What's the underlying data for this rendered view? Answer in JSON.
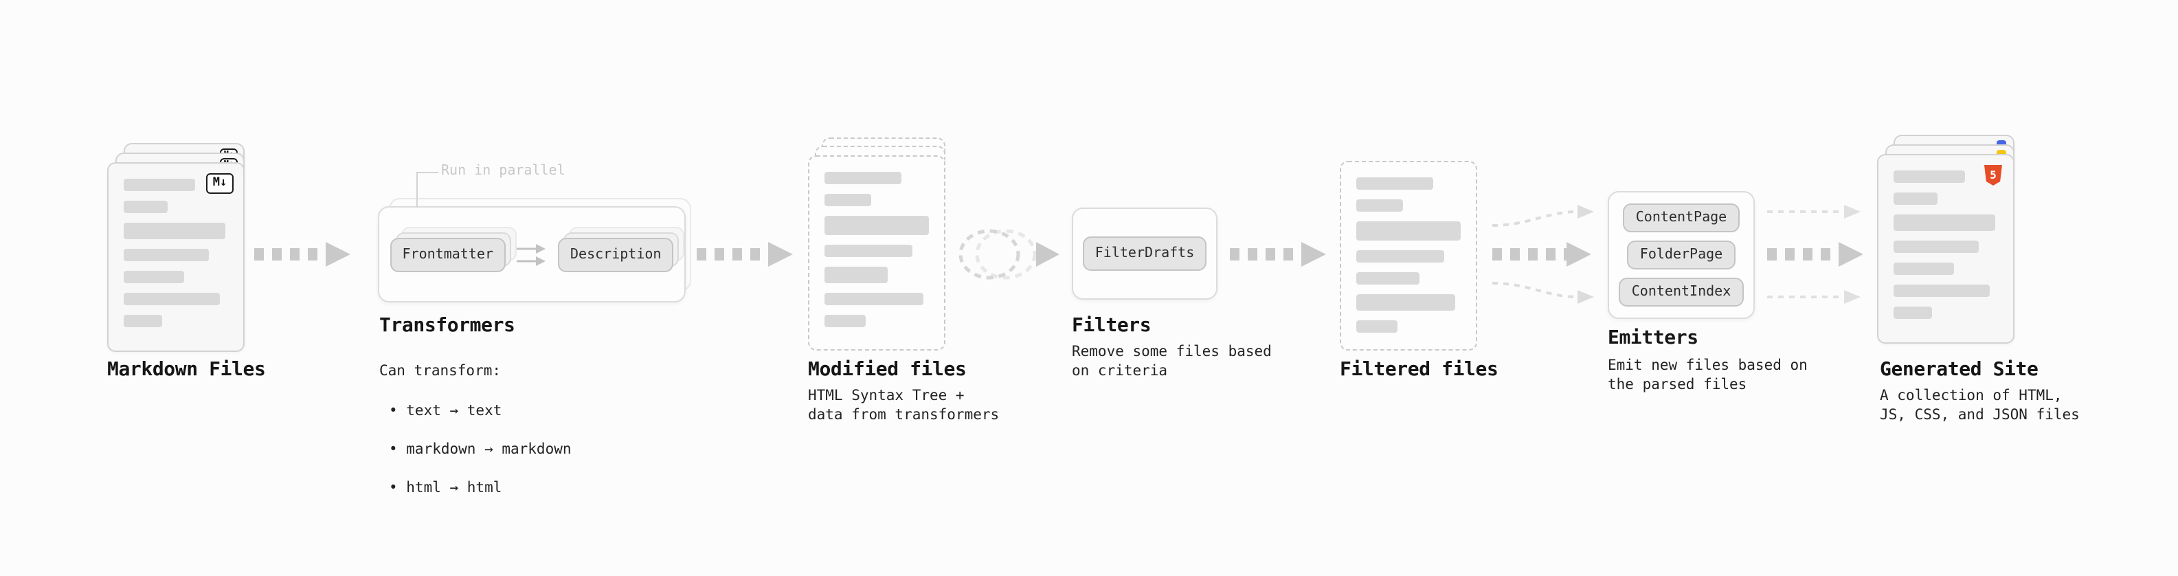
{
  "diagram": {
    "markdown_files": {
      "title": "Markdown Files",
      "badge": "M↓"
    },
    "transformers": {
      "title": "Transformers",
      "parallel_label": "Run in parallel",
      "chip_from": "Frontmatter",
      "chip_to": "Description",
      "caption_heading": "Can transform:",
      "caption_items": [
        "• text → text",
        "• markdown → markdown",
        "• html → html"
      ]
    },
    "modified_files": {
      "title": "Modified files",
      "caption": "HTML Syntax Tree +\ndata from transformers"
    },
    "filters": {
      "title": "Filters",
      "chip": "FilterDrafts",
      "caption": "Remove some files based\non criteria"
    },
    "filtered_files": {
      "title": "Filtered files"
    },
    "emitters": {
      "title": "Emitters",
      "chips": [
        "ContentPage",
        "FolderPage",
        "ContentIndex"
      ],
      "caption": "Emit new files based on\nthe parsed files"
    },
    "generated_site": {
      "title": "Generated Site",
      "badge": "5",
      "caption": "A collection of HTML,\nJS, CSS, and JSON files"
    }
  },
  "colors": {
    "background": "#fcfcfc",
    "arrow": "#c9c9c9",
    "arrow_light": "#dedede",
    "doc_fill": "#f7f7f7",
    "doc_line": "#d9d9d9",
    "chip_fill": "#e5e5e5",
    "html5_orange": "#e44d26",
    "js_yellow": "#f5c518",
    "css_blue": "#4664e4"
  }
}
